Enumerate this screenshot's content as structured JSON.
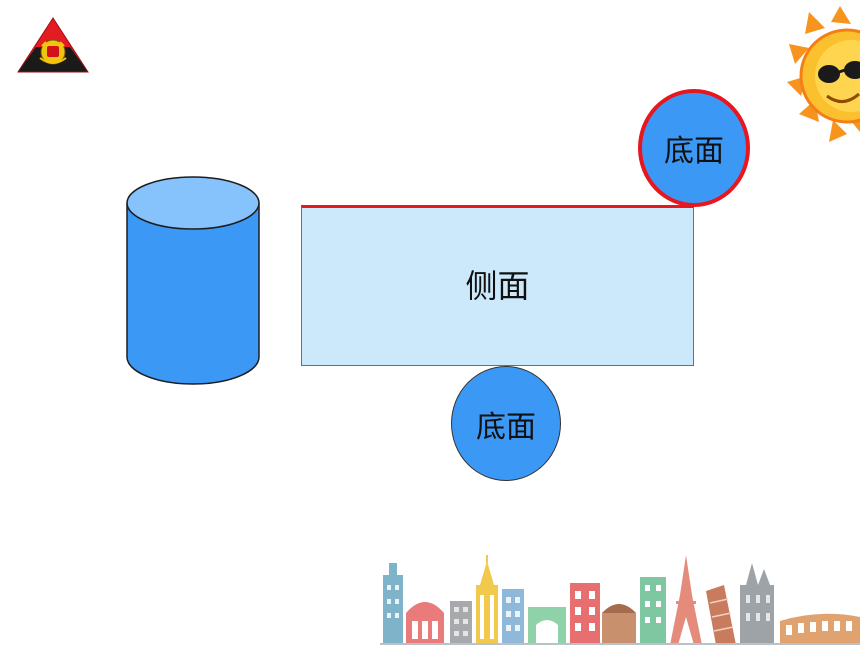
{
  "slide": {
    "lateral_label": "侧面",
    "base_top_label": "底面",
    "base_bottom_label": "底面"
  },
  "colors": {
    "cylinder_fill": "#3b98f5",
    "cylinder_top": "#86c2fb",
    "lateral_fill": "#cce8fb",
    "accent_red": "#e8161e",
    "base_fill": "#3b98f5"
  },
  "icons": {
    "logo": "emblem-triangle-icon",
    "decoration": "sun-with-sunglasses-icon",
    "footer": "city-skyline-illustration"
  }
}
